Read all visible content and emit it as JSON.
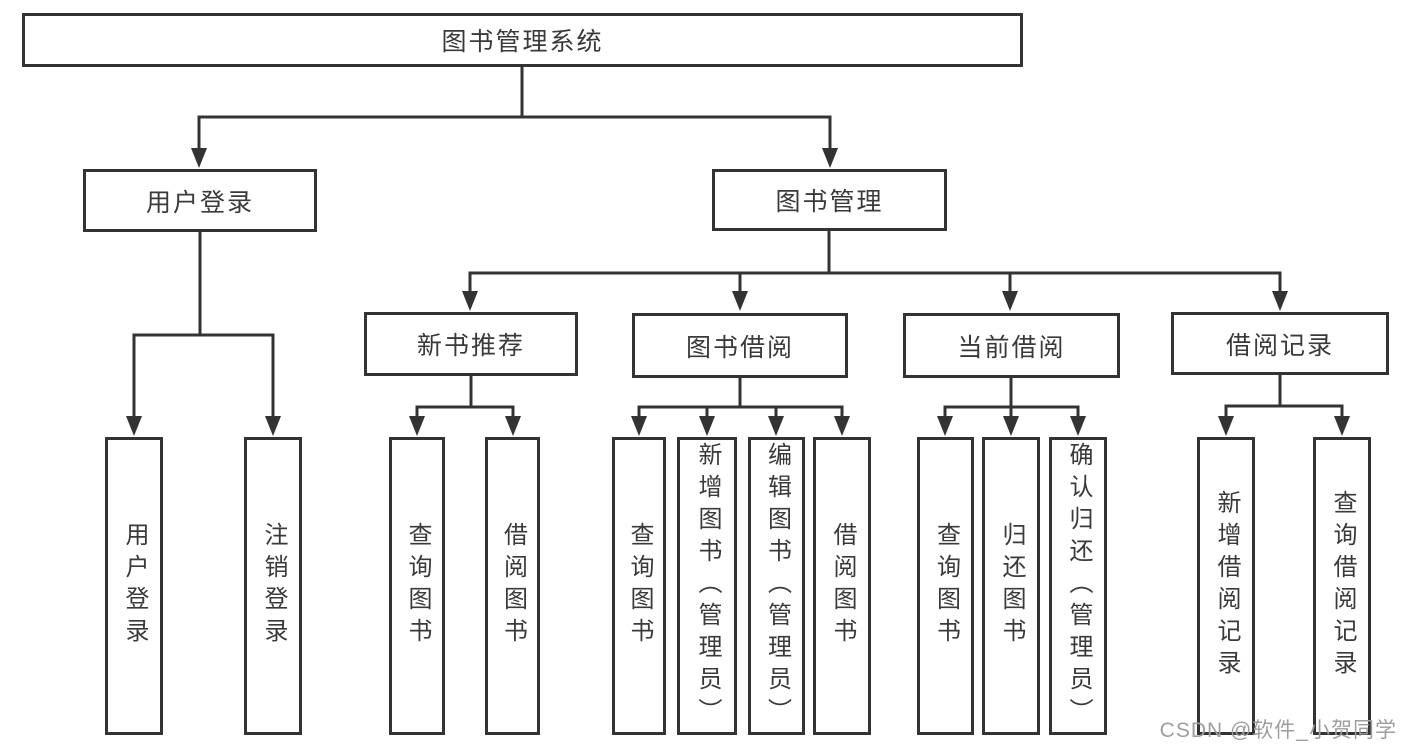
{
  "diagram": {
    "root": "图书管理系统",
    "level2": [
      {
        "label": "用户登录",
        "children": [
          "用户登录",
          "注销登录"
        ]
      },
      {
        "label": "图书管理"
      }
    ],
    "level3": [
      {
        "label": "新书推荐",
        "children": [
          "查询图书",
          "借阅图书"
        ]
      },
      {
        "label": "图书借阅",
        "children": [
          "查询图书",
          "新增图书（管理员）",
          "编辑图书（管理员）",
          "借阅图书"
        ]
      },
      {
        "label": "当前借阅",
        "children": [
          "查询图书",
          "归还图书",
          "确认归还（管理员）"
        ]
      },
      {
        "label": "借阅记录",
        "children": [
          "新增借阅记录",
          "查询借阅记录"
        ]
      }
    ],
    "watermark": "CSDN @软件_小贺同学",
    "colors": {
      "line": "#333333",
      "text": "#3a3a3a",
      "box_background": "#ffffff",
      "page_background": "#ffffff",
      "watermark": "#9e9e9e"
    }
  }
}
